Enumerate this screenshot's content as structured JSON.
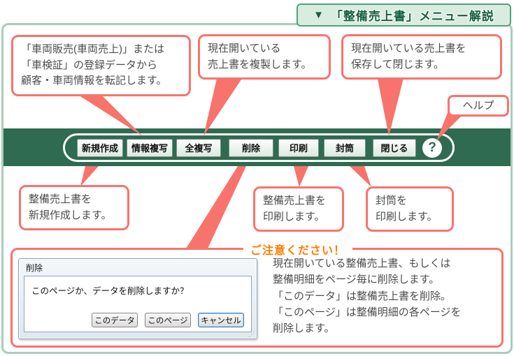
{
  "header": {
    "arrow": "▼",
    "title": "「整備売上書」メニュー解説"
  },
  "toolbar": {
    "buttons": [
      "新規作成",
      "情報複写",
      "全複写",
      "削除",
      "印刷",
      "封筒",
      "閉じる"
    ]
  },
  "icons": {
    "help": "?",
    "resize_grip": "⋰"
  },
  "callouts": {
    "info_copy": {
      "text": "「車両販売(車両売上)」または\n「車検証」の登録データから\n顧客・車両情報を転記します。"
    },
    "full_copy": {
      "text": "現在開いている\n売上書を複製します。"
    },
    "close": {
      "text": "現在開いている売上書を\n保存して閉じます。"
    },
    "help": {
      "label": "ヘルプ"
    },
    "new": {
      "text": "整備売上書を\n新規作成します。"
    },
    "print": {
      "text": "整備売上書を\n印刷します。"
    },
    "envelope": {
      "text": "封筒を\n印刷します。"
    }
  },
  "caution": {
    "title": "ご注意ください！",
    "text": "現在開いている整備売上書、もしくは\n整備明細をページ毎に削除します。\n「このデータ」は整備売上書を削除。\n「このページ」は整備明細の各ページを\n削除します。"
  },
  "dialog": {
    "title": "削除",
    "message": "このページか、データを削除しますか？",
    "buttons": [
      "このデータ",
      "このページ",
      "キャンセル"
    ]
  },
  "colors": {
    "band_green": "#2e6b51",
    "tab_bg_green": "#d9ece0",
    "tab_border_green": "#4fa277",
    "tab_text_green": "#15603c",
    "panel_border_green": "#a9cdbb",
    "callout_red": "#f8736c",
    "caution_orange": "#ff7d00"
  }
}
